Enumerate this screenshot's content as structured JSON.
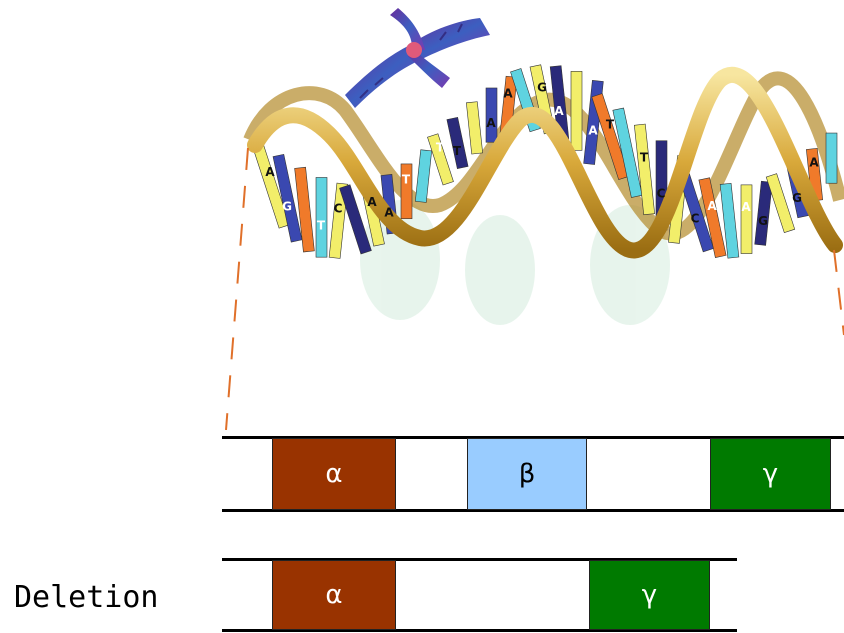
{
  "colors": {
    "alpha": "#993300",
    "beta": "#99ccff",
    "gamma": "#007a00",
    "zoom_lines": "#e0702a",
    "helix_gold": "#d8a83a"
  },
  "helix_letters": [
    "T",
    "T",
    "A",
    "A",
    "T",
    "C",
    "A",
    "G",
    "A",
    "G",
    "C",
    "A",
    "T",
    "A",
    "G",
    "A",
    "T",
    "C",
    "A",
    "G",
    "A",
    "T",
    "A"
  ],
  "original": {
    "genes": [
      {
        "symbol": "α",
        "color_key": "alpha"
      },
      {
        "symbol": "β",
        "color_key": "beta"
      },
      {
        "symbol": "γ",
        "color_key": "gamma"
      }
    ]
  },
  "deletion": {
    "label": "Deletion",
    "genes": [
      {
        "symbol": "α",
        "color_key": "alpha"
      },
      {
        "symbol": "γ",
        "color_key": "gamma"
      }
    ]
  }
}
